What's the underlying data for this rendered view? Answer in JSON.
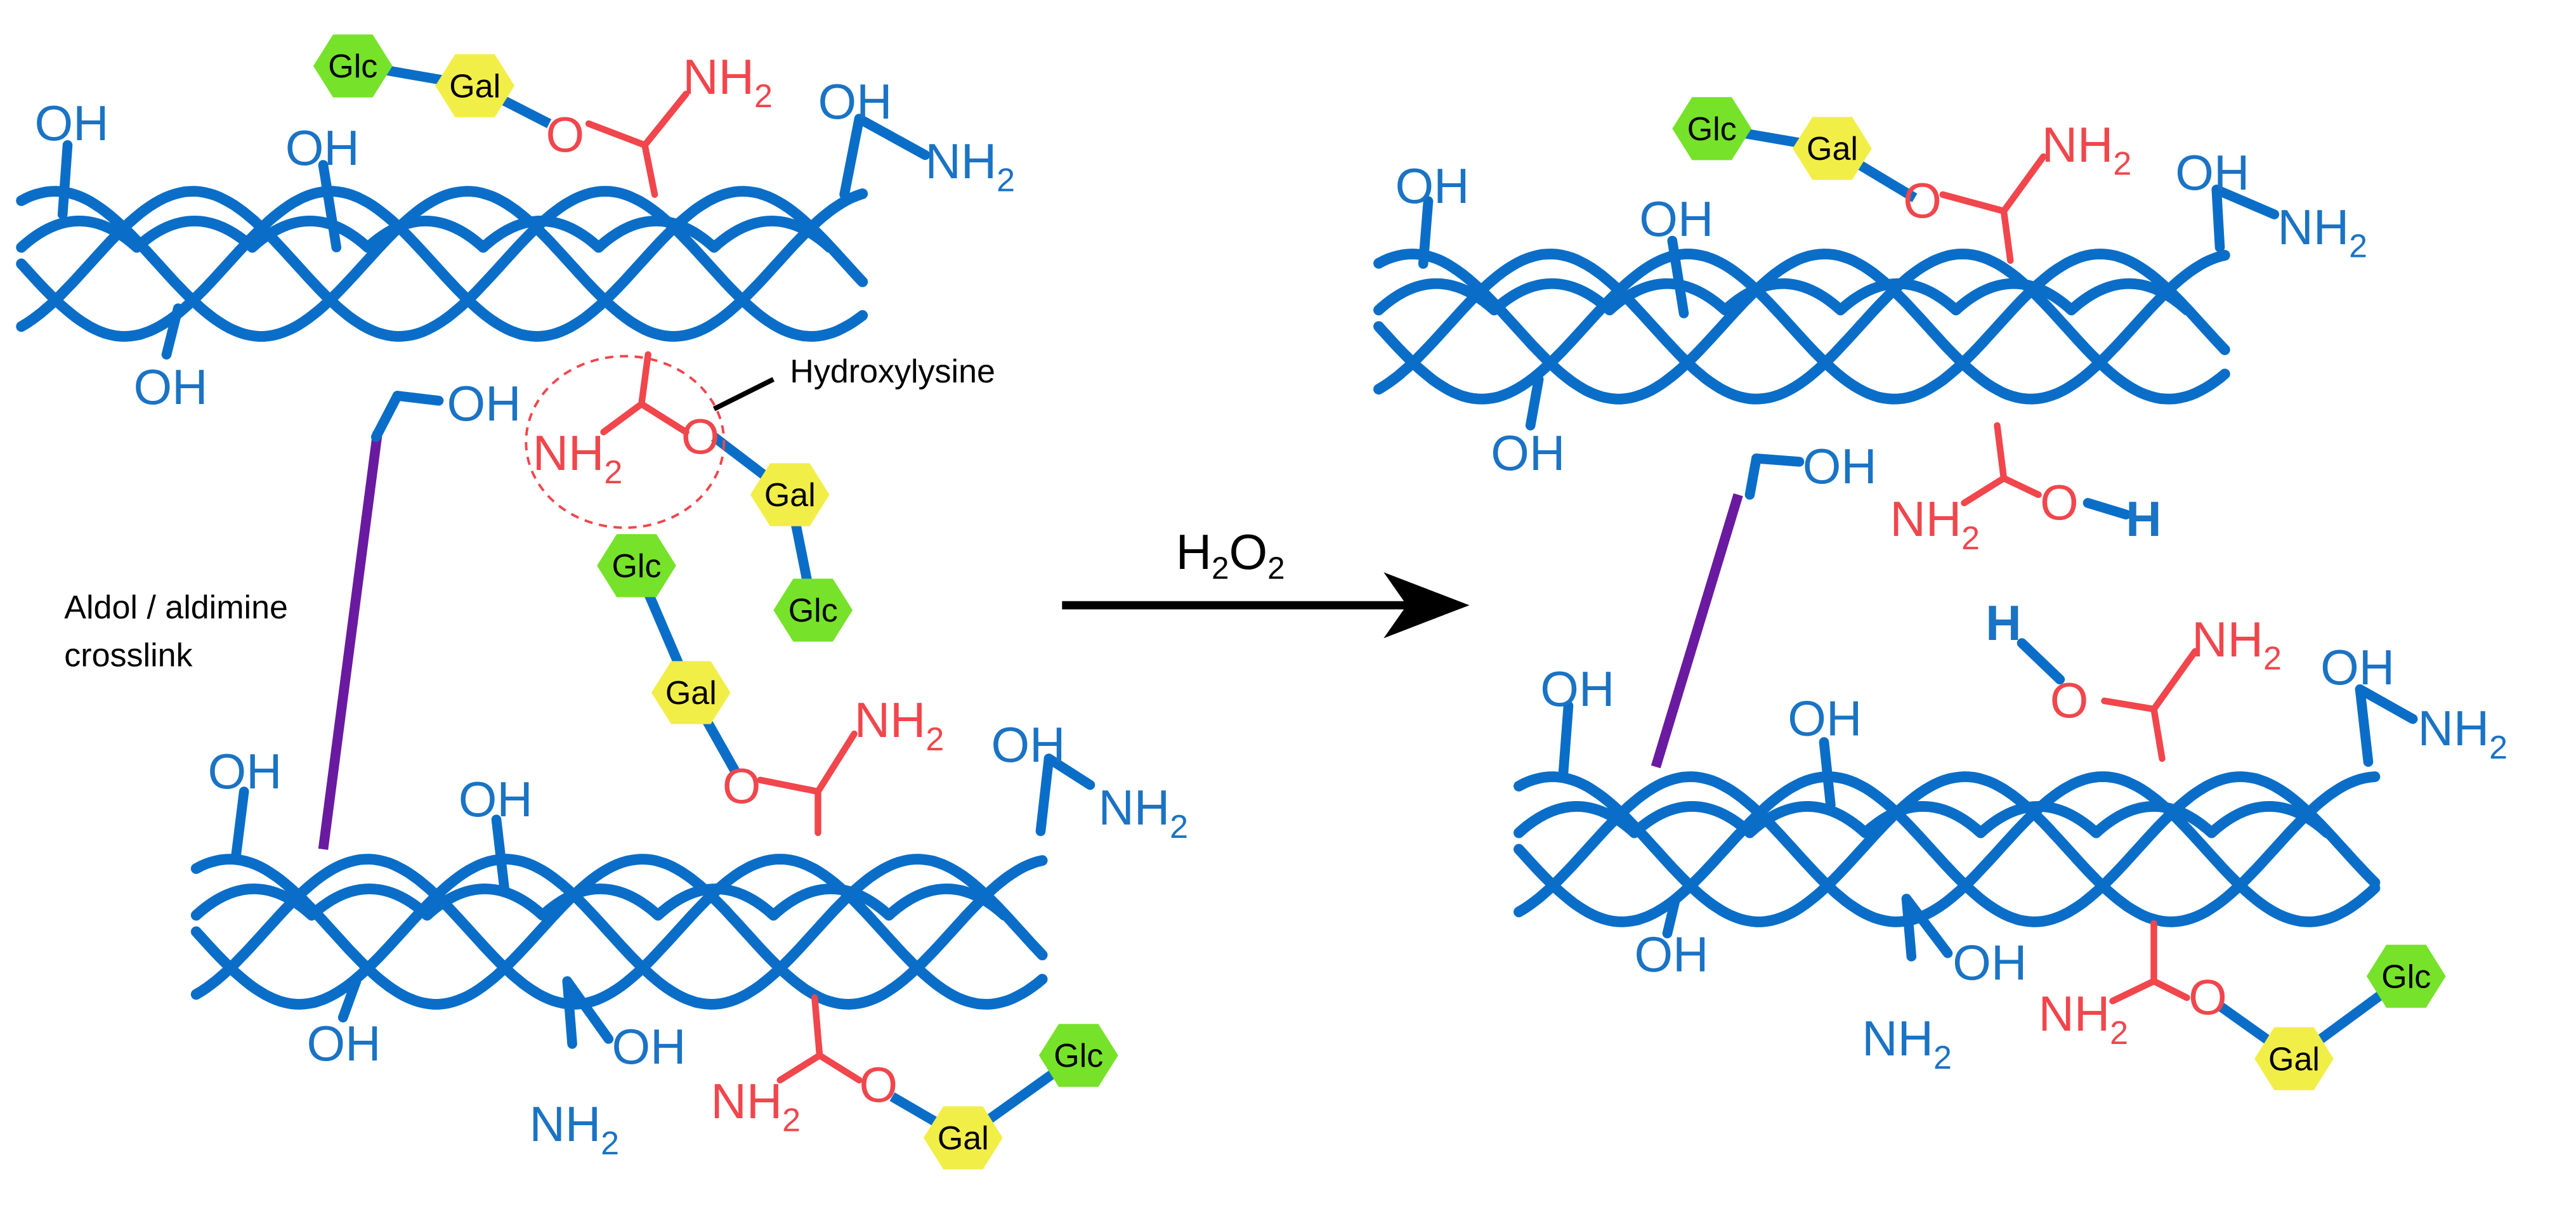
{
  "colors": {
    "helix": "#0a6ec8",
    "hydroxyl_label": "#1a73c4",
    "hydroxylysine": "#f0464c",
    "crosslink": "#6a1aa0",
    "glc": "#76e22a",
    "gal": "#f2ee48",
    "linker": "#0a6ec8",
    "arrow": "#000000"
  },
  "labels": {
    "OH": "OH",
    "NH": "NH",
    "sub2": "2",
    "O": "O",
    "H": "H",
    "glc": "Glc",
    "gal": "Gal"
  },
  "annotations": {
    "hydroxylysine": "Hydroxylysine",
    "crosslink_line1": "Aldol / aldimine",
    "crosslink_line2": "crosslink"
  },
  "reaction": {
    "reagent_H": "H",
    "reagent_sub2a": "2",
    "reagent_O": "O",
    "reagent_sub2b": "2"
  }
}
